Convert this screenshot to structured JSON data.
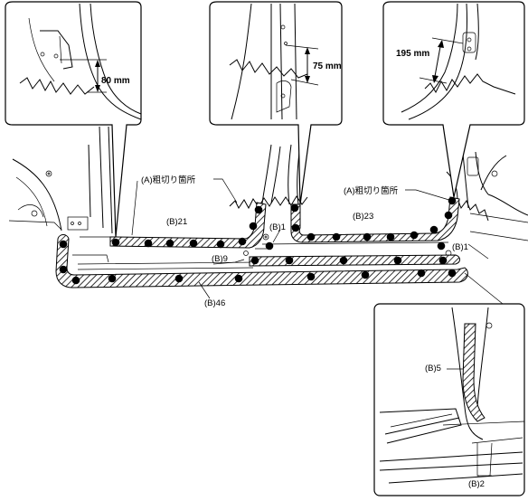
{
  "callouts": {
    "left": {
      "dimension": "80 mm"
    },
    "middle": {
      "dimension": "75 mm"
    },
    "right": {
      "dimension": "195 mm"
    }
  },
  "labels": {
    "cut_left": "(A)粗切り箇所",
    "cut_right": "(A)粗切り箇所",
    "weld_b21": "(B)21",
    "weld_b23": "(B)23",
    "weld_b1_mid": "(B)1",
    "weld_b1_right": "(B)1",
    "weld_b9": "(B)9",
    "weld_b46": "(B)46",
    "weld_b5": "(B)5",
    "weld_b2": "(B)2"
  }
}
